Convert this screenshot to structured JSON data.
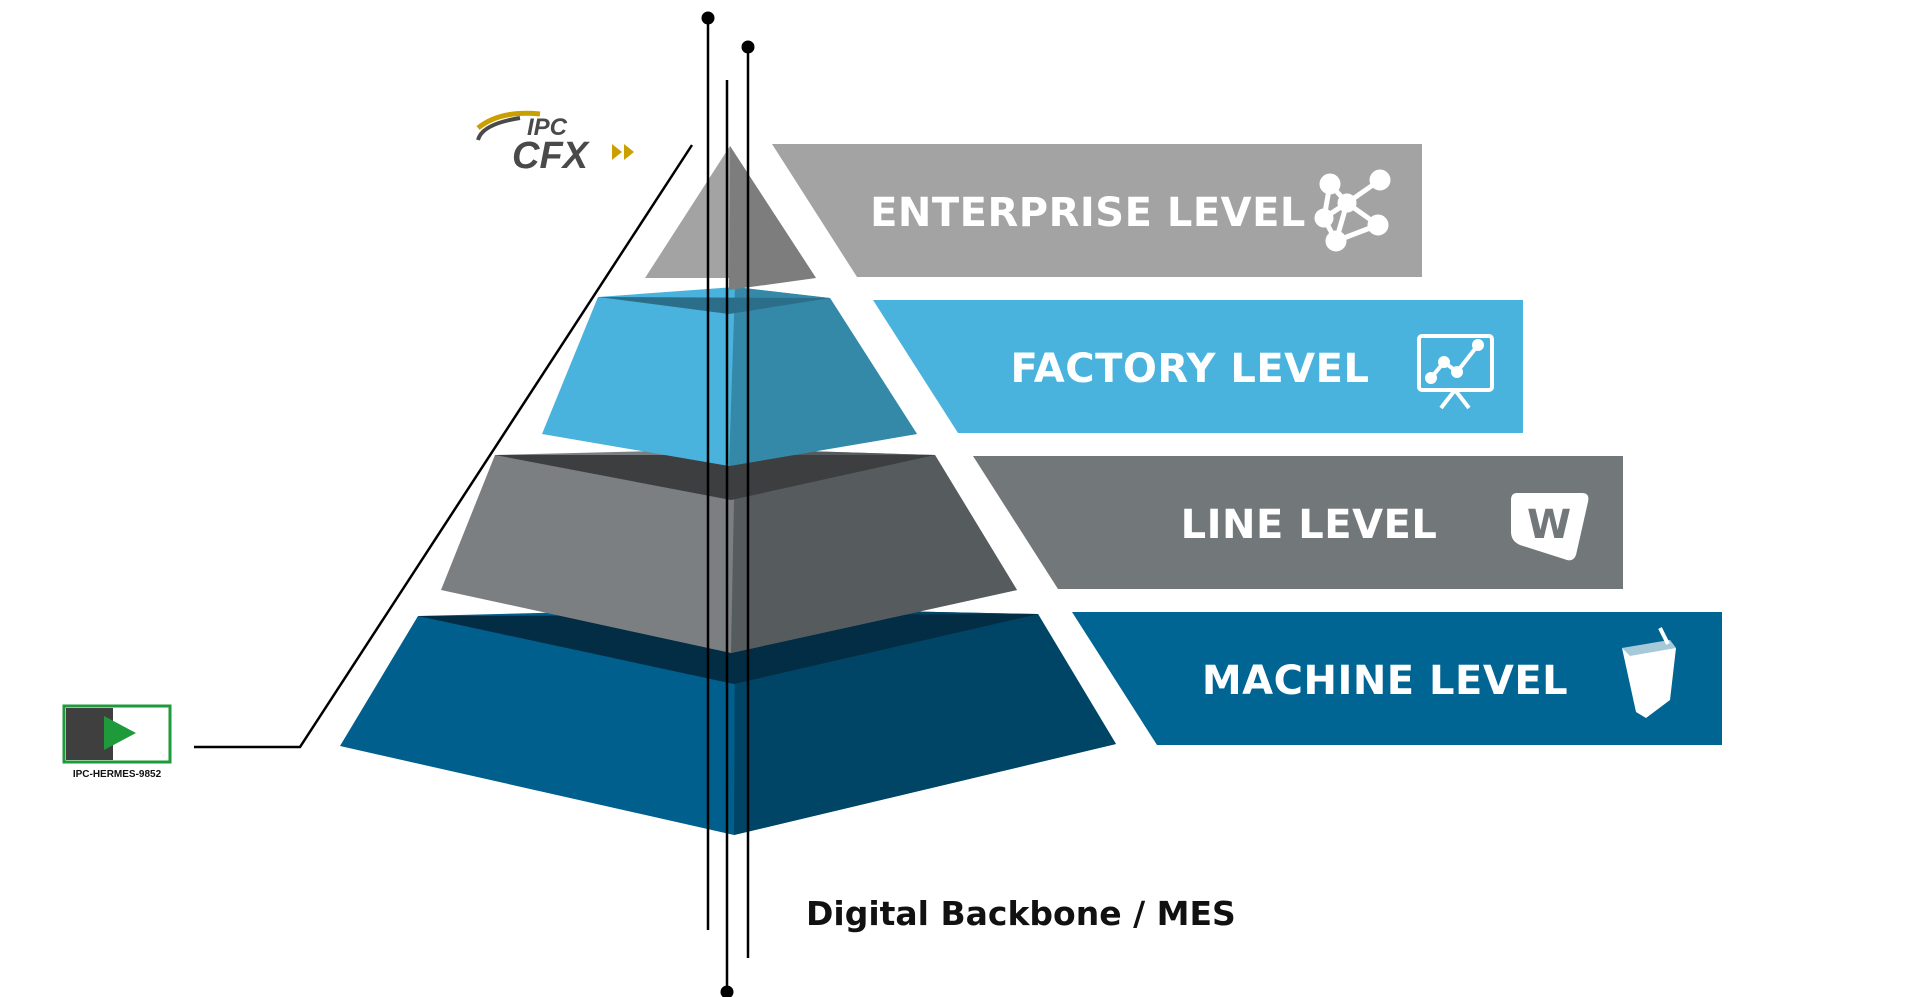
{
  "levels": [
    {
      "label": "ENTERPRISE LEVEL",
      "icon": "network-nodes-icon",
      "color": "#a3a3a3"
    },
    {
      "label": "FACTORY LEVEL",
      "icon": "chart-presentation-icon",
      "color": "#49b3de"
    },
    {
      "label": "LINE LEVEL",
      "icon": "w-badge-icon",
      "color": "#727779"
    },
    {
      "label": "MACHINE LEVEL",
      "icon": "machine-box-icon",
      "color": "#006592"
    }
  ],
  "pyramid_colors": {
    "enterprise_left": "#a3a3a3",
    "enterprise_right": "#7d7d7d",
    "factory_left": "#49b3de",
    "factory_right": "#3589a8",
    "factory_top": "#2b6e8a",
    "line_left": "#7b7f82",
    "line_right": "#565b5e",
    "line_top": "#3c3e40",
    "machine_left": "#005f8d",
    "machine_right": "#004565",
    "machine_top": "#032d44"
  },
  "caption": "Digital Backbone / MES",
  "cfx_logo": {
    "top": "IPC",
    "bottom": "CFX"
  },
  "hermes_logo": {
    "label": "IPC-HERMES-9852",
    "accent": "#1f9a3b"
  }
}
